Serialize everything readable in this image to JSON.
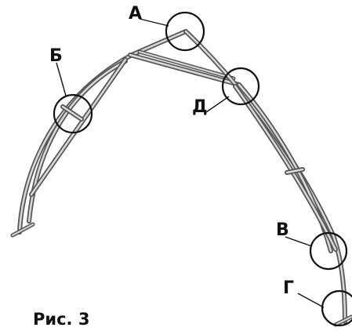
{
  "figure": {
    "caption": "Рис. 3",
    "callouts": [
      {
        "id": "a",
        "label": "А"
      },
      {
        "id": "b",
        "label": "Б"
      },
      {
        "id": "d",
        "label": "Д"
      },
      {
        "id": "v",
        "label": "В"
      },
      {
        "id": "g",
        "label": "Г"
      }
    ]
  }
}
